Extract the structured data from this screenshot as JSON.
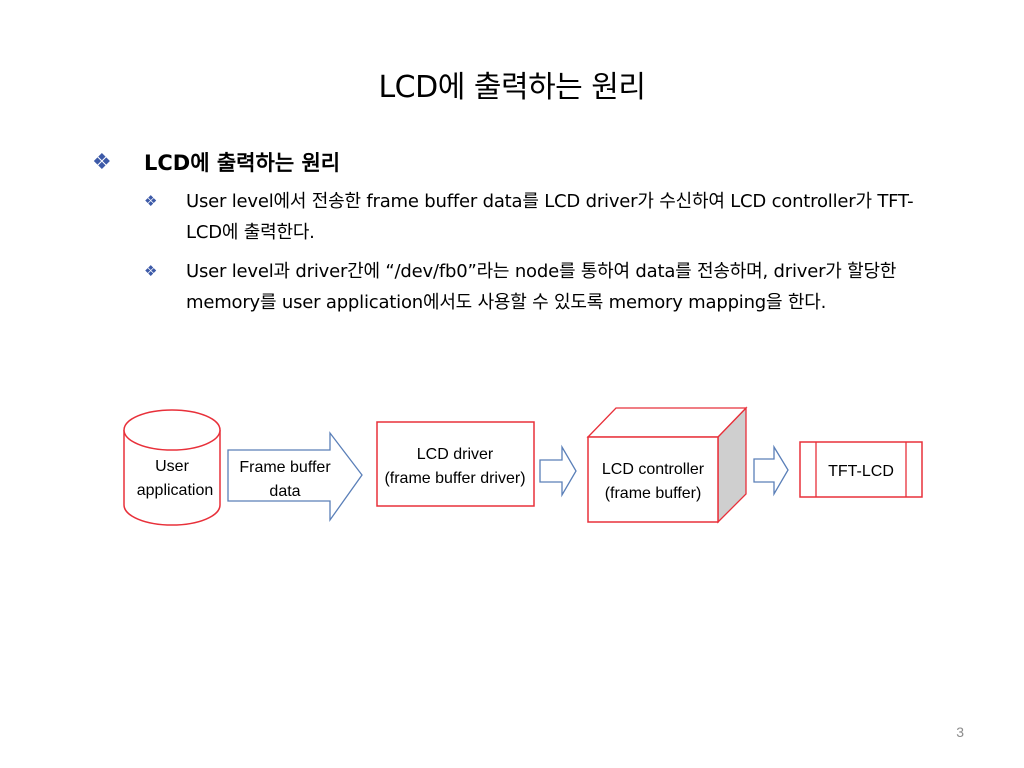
{
  "slide": {
    "title": "LCD에 출력하는 원리",
    "page_number": "3"
  },
  "bullets": {
    "heading": "LCD에 출력하는 원리",
    "items": [
      "User level에서 전송한 frame buffer data를 LCD driver가 수신하여 LCD controller가 TFT-LCD에 출력한다.",
      "User level과 driver간에 “/dev/fb0”라는 node를 통하여 data를 전송하며, driver가 할당한 memory를 user application에서도 사용할 수 있도록 memory mapping을 한다."
    ]
  },
  "diagram": {
    "user_app": {
      "line1": "User",
      "line2": "application"
    },
    "arrow_label": {
      "line1": "Frame buffer",
      "line2": "data"
    },
    "lcd_driver": {
      "line1": "LCD driver",
      "line2": "(frame buffer driver)"
    },
    "lcd_controller": {
      "line1": "LCD controller",
      "line2": "(frame buffer)"
    },
    "tft_lcd": "TFT-LCD"
  },
  "colors": {
    "box_border": "#e8303a",
    "arrow_border": "#5a7fb8",
    "bullet_mark": "#3d5aa8",
    "box_side": "#cfcfcf"
  }
}
